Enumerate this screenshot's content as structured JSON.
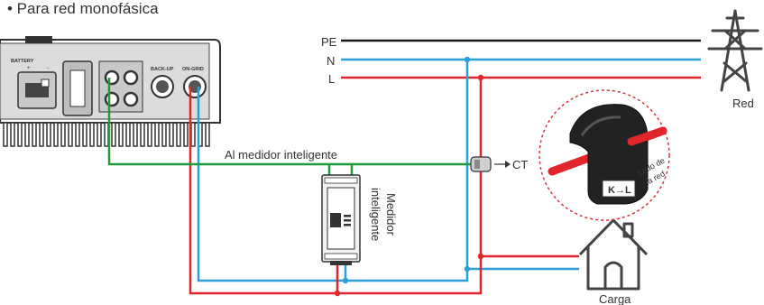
{
  "heading": "• Para red monofásica",
  "lines": {
    "pe": "PE",
    "n": "N",
    "l": "L"
  },
  "grid_label": "Red",
  "load_label": "Carga",
  "meter_link_label": "Al medidor inteligente",
  "ct_label": "CT",
  "meter_label_line1": "Medidor",
  "meter_label_line2": "inteligente",
  "ct_zoom": {
    "side_line1": "Lado de",
    "side_line2": "la red",
    "direction": "K→L"
  },
  "inverter": {
    "battery": "BATTERY",
    "backup": "BACK-UP",
    "ongrid": "ON-GRID",
    "plus": "+",
    "minus": "-"
  },
  "colors": {
    "pe": "#1a1a1a",
    "n": "#2b9fd9",
    "l": "#e0262b",
    "comm": "#1e9b3c",
    "dashed_circle": "#d9303a"
  }
}
